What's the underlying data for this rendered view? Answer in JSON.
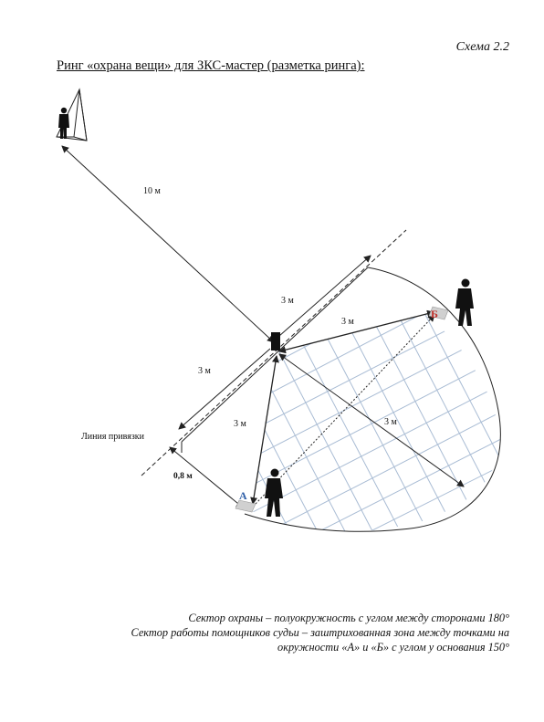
{
  "header": {
    "scheme_number": "Схема 2.2",
    "title": "Ринг «охрана вещи» для ЗКС-мастер (разметка ринга):"
  },
  "diagram": {
    "labels": {
      "dist_10m": "10 м",
      "dist_3m_top": "3 м",
      "dist_3m_to_b": "3 м",
      "dist_3m_left": "3 м",
      "dist_3m_to_a": "3 м",
      "dist_3m_diag": "3 м",
      "dist_08m": "0,8 м",
      "anchor_line": "Линия привязки"
    },
    "points": {
      "a": "А",
      "b": "Б"
    },
    "colors": {
      "point_a": "#2f5fa8",
      "point_b": "#c0302a",
      "grid": "#a9bcd4",
      "line": "#222222"
    }
  },
  "caption": {
    "line1": "Сектор охраны – полуокружность с углом между сторонами 180°",
    "line2": "Сектор работы помощников судьи – заштрихованная зона между точками на",
    "line3": "окружности «А» и «Б» с углом у основания 150°"
  }
}
